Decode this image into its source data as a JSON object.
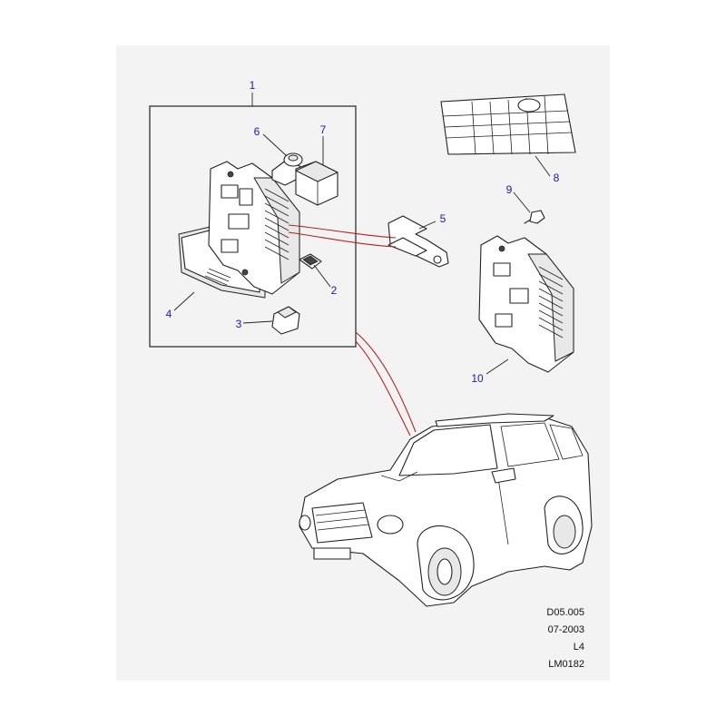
{
  "callouts": {
    "c1": "1",
    "c2": "2",
    "c3": "3",
    "c4": "4",
    "c5": "5",
    "c6": "6",
    "c7": "7",
    "c8": "8",
    "c9": "9",
    "c10": "10"
  },
  "reference": {
    "code": "D05.005",
    "date": "07-2003",
    "level": "L4",
    "drawing_number": "LM0182"
  },
  "colors": {
    "callout": "#1a1aa8",
    "link_line": "#b22222",
    "background": "#f3f3f3"
  }
}
